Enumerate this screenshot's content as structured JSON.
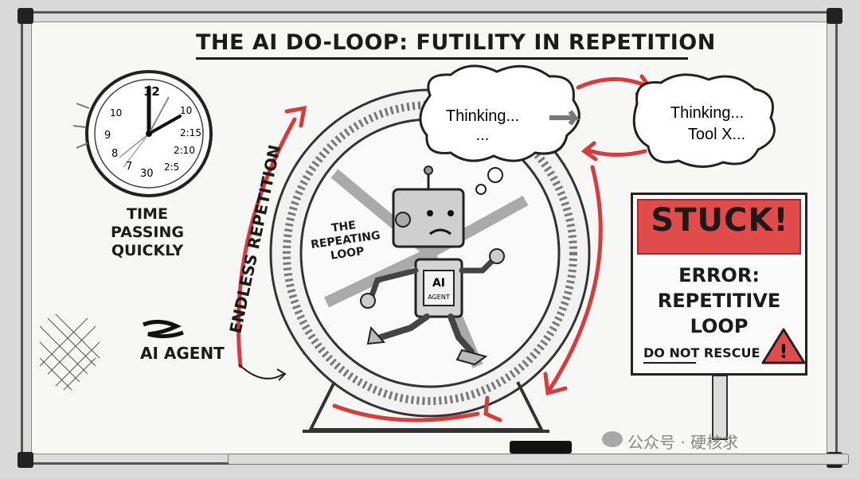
{
  "title": "THE AI DO-LOOP: FUTILITY IN REPETITION",
  "clock": {
    "label_line1": "TIME PASSING",
    "label_line2": "QUICKLY",
    "numerals": {
      "n12": "12",
      "n10a": "10",
      "n10b": "10",
      "n9": "9",
      "n8": "8",
      "n7": "7",
      "n30": "30",
      "n215": "2:15",
      "n210": "2:10",
      "n25": "2:5"
    }
  },
  "agent_label": "AI AGENT",
  "arc_label": "ENDLESS REPETITION",
  "loop_label": {
    "line1": "THE",
    "line2": "REPEATING",
    "line3": "LOOP"
  },
  "robot_badge": {
    "line1": "AI",
    "line2": "AGENT"
  },
  "thought1": {
    "line1": "Thinking...",
    "line2": "..."
  },
  "thought2": {
    "line1": "Thinking...",
    "line2": "Tool X..."
  },
  "sign": {
    "headline": "STUCK!",
    "line1": "ERROR:",
    "line2": "REPETITIVE",
    "line3": "LOOP",
    "footer": "DO NOT RESCUE",
    "warning_glyph": "!"
  },
  "watermark": "公众号 · 硬核求",
  "colors": {
    "accent_red": "#d93a3a",
    "ink": "#1b1b1b",
    "board": "#f7f7f5"
  }
}
